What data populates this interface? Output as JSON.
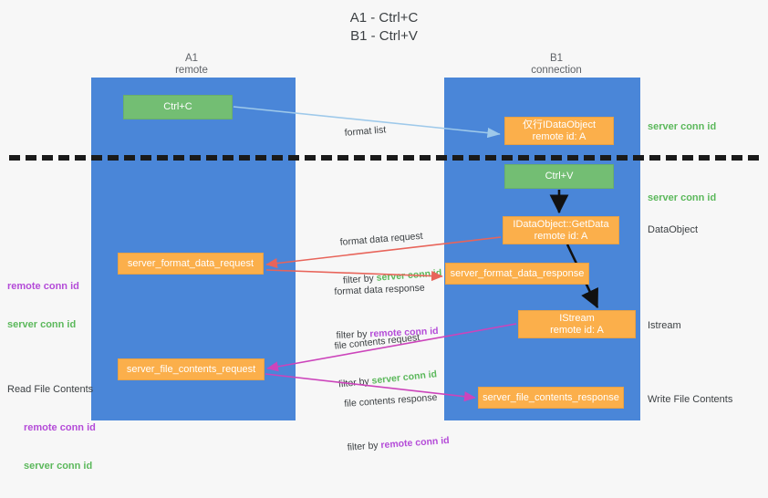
{
  "title": "A1 - Ctrl+C\nB1 - Ctrl+V",
  "columns": {
    "left": {
      "name": "A1",
      "role": "remote",
      "combined": "A1\nremote"
    },
    "right": {
      "name": "B1",
      "role": "connection",
      "combined": "B1\nconnection"
    }
  },
  "nodes": {
    "ctrl_c": {
      "label": "Ctrl+C",
      "color": "#73be73"
    },
    "idataobject": {
      "line1": "仅行IDataObject",
      "line2": "remote id: A",
      "color": "#fbaf4b"
    },
    "ctrl_v": {
      "label": "Ctrl+V",
      "color": "#73be73"
    },
    "getdata": {
      "line1": "IDataObject::GetData",
      "line2": "remote id: A",
      "color": "#fbaf4b"
    },
    "server_format_data_request": {
      "label": "server_format_data_request",
      "color": "#fbaf4b"
    },
    "server_format_data_response": {
      "label": "server_format_data_response",
      "color": "#fbaf4b"
    },
    "istream": {
      "line1": "IStream",
      "line2": "remote id: A",
      "color": "#fbaf4b"
    },
    "server_file_contents_request": {
      "label": "server_file_contents_request",
      "color": "#fbaf4b"
    },
    "server_file_contents_response": {
      "label": "server_file_contents_response",
      "color": "#fbaf4b"
    }
  },
  "flows": {
    "format_list": {
      "label": "format list"
    },
    "format_data_request": {
      "label": "format data request",
      "filter_prefix": "filter by ",
      "filter_value": "server conn id"
    },
    "format_data_response": {
      "label": "format data response",
      "filter_prefix": "filter by ",
      "filter_value": "remote conn id"
    },
    "file_contents_request": {
      "label": "file contents request",
      "filter_prefix": "filter by ",
      "filter_value": "server conn id"
    },
    "file_contents_response": {
      "label": "file contents response",
      "filter_prefix": "filter by ",
      "filter_value": "remote conn id"
    }
  },
  "annotations": {
    "right": {
      "server_conn_id_top": "server conn id",
      "server_conn_id_mid": "server conn id",
      "dataobject": "DataObject",
      "istream": "Istream",
      "write_file_contents": "Write File Contents"
    },
    "left": {
      "mid_remote": "remote conn id",
      "mid_server": "server conn id",
      "read_file_contents": "Read File Contents",
      "read_remote": "remote conn id",
      "read_server": "server conn id"
    }
  },
  "colors": {
    "lane": "#4a86d8",
    "green_node": "#73be73",
    "orange_node": "#fbaf4b",
    "green_text": "#5bb85b",
    "purple_text": "#b44bd8",
    "red_arrow": "#e8645a",
    "magenta_arrow": "#cc44bb",
    "blue_arrow": "#9ec9ea",
    "black_arrow": "#111111",
    "background": "#f7f7f7"
  }
}
